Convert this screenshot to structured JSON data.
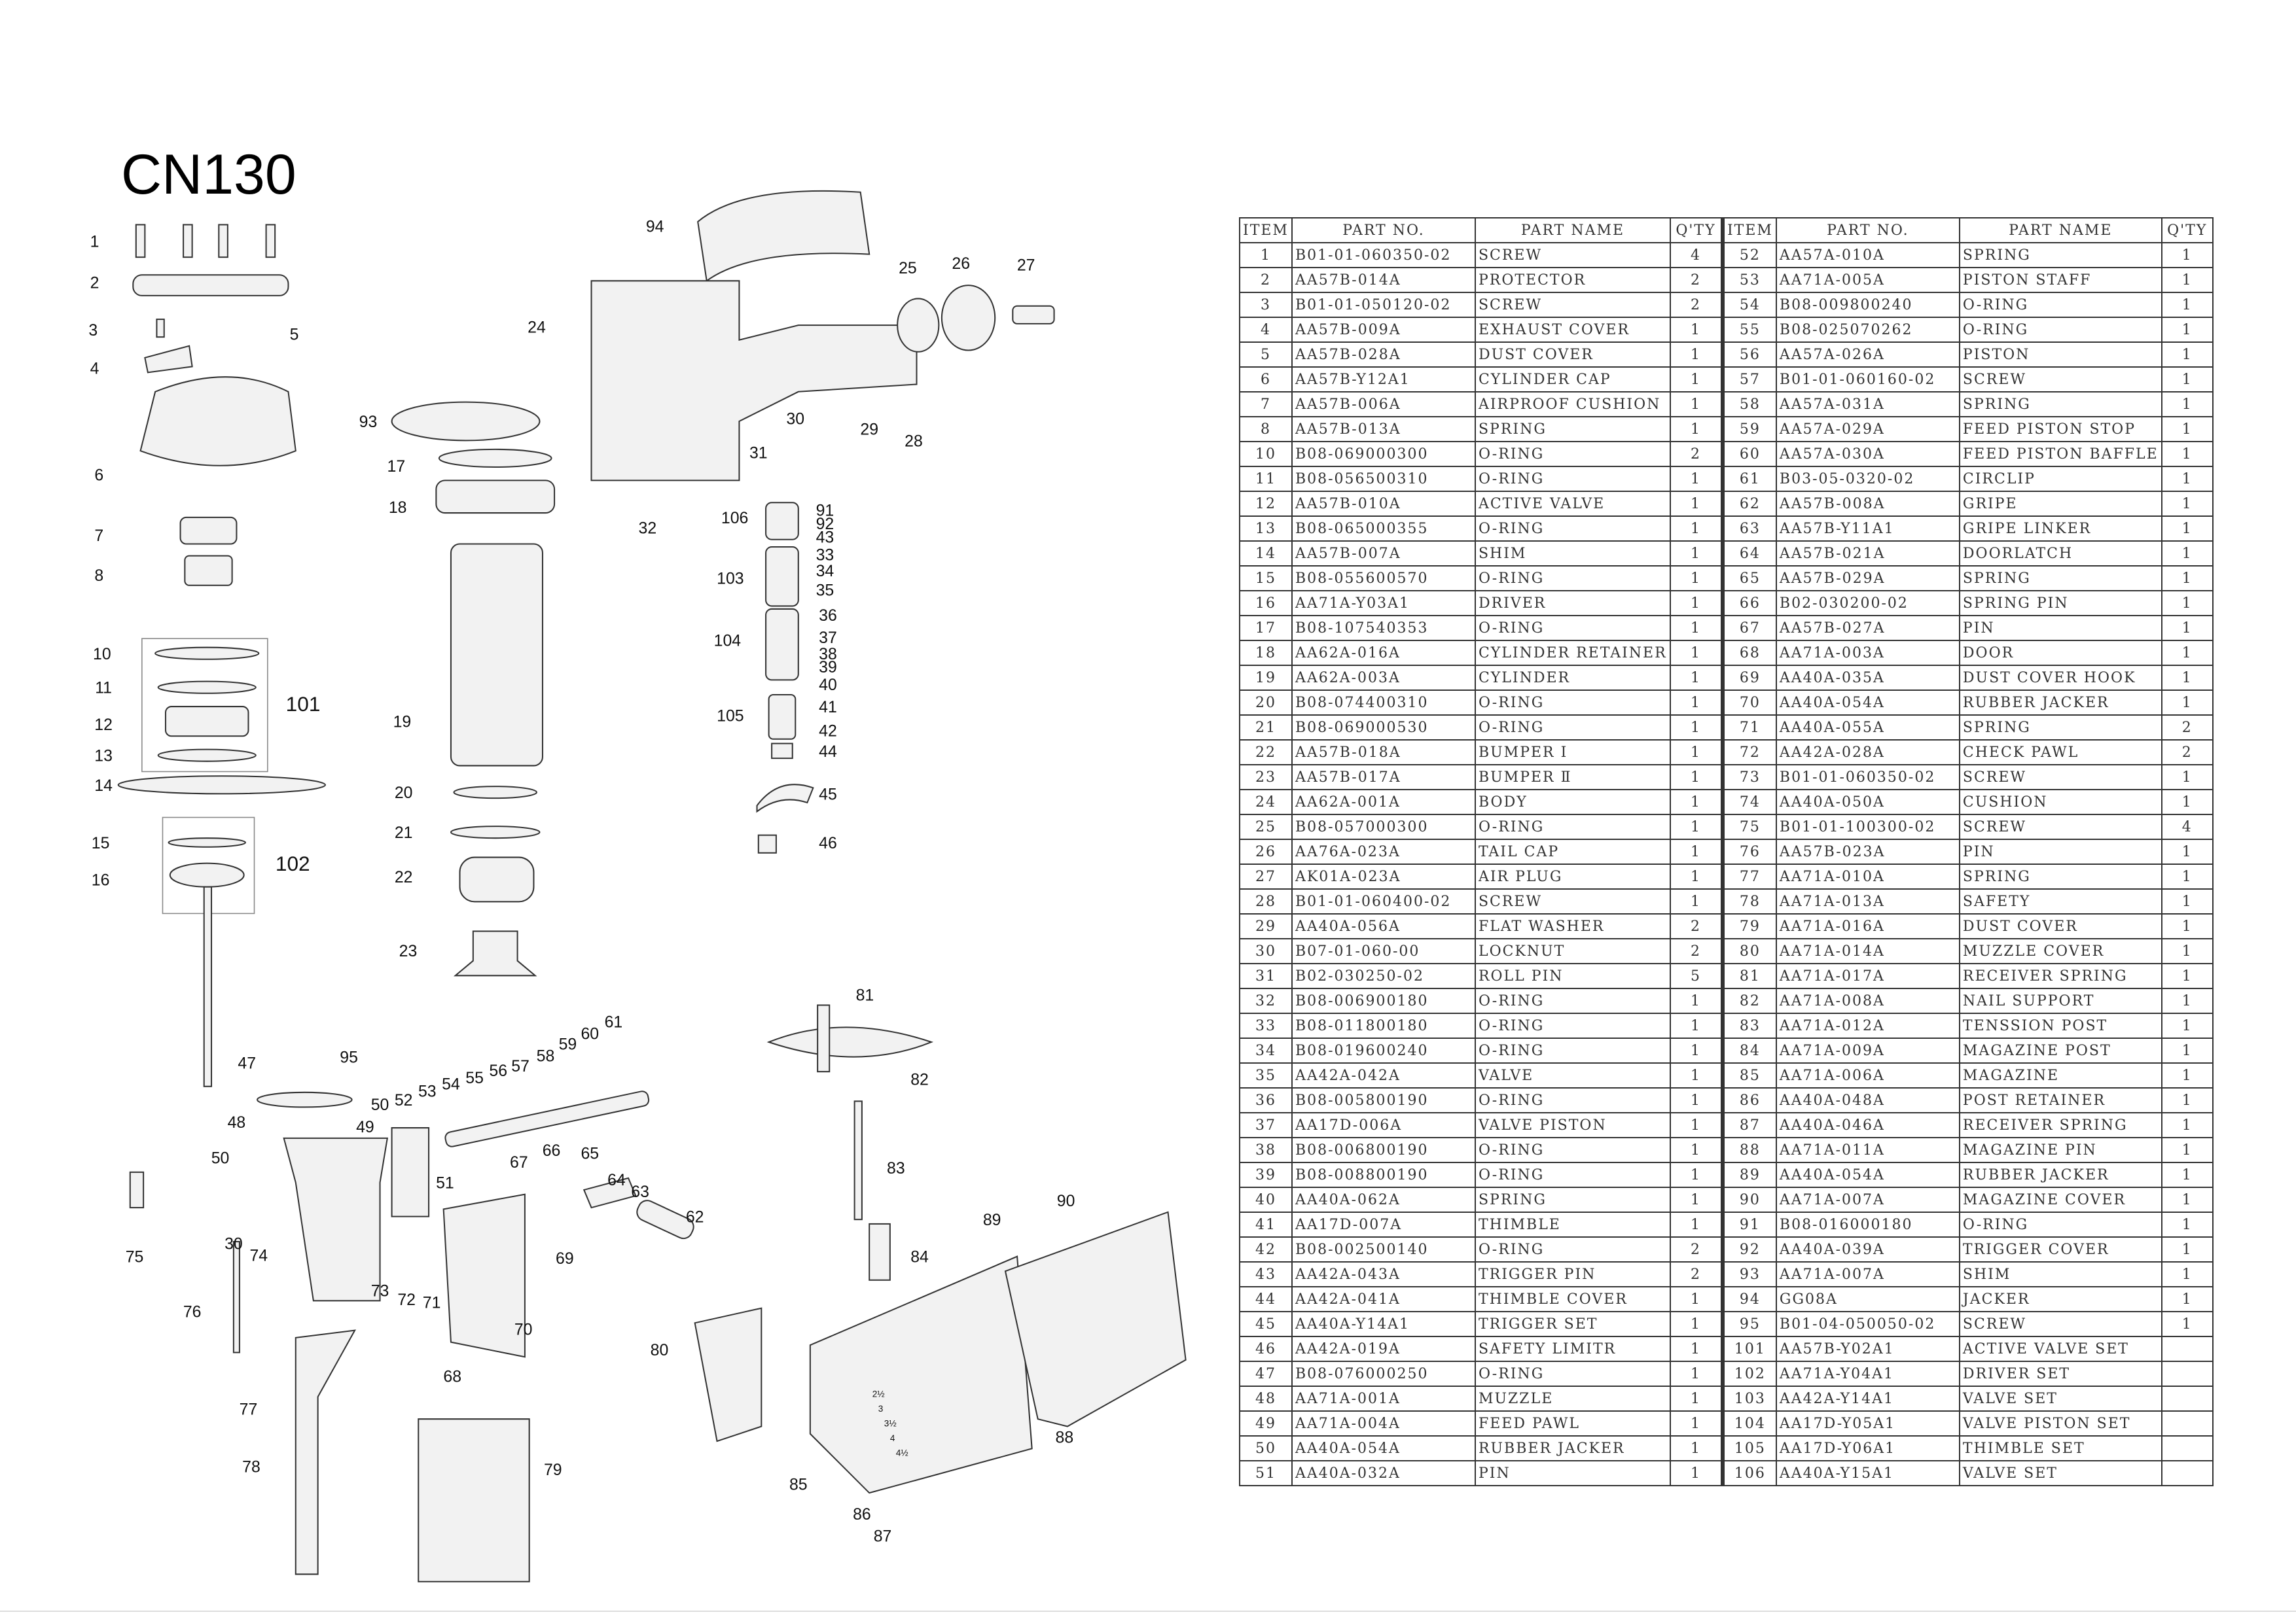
{
  "title": "CN130",
  "table": {
    "headers": {
      "item": "ITEM",
      "part_no": "PART NO.",
      "part_name": "PART NAME",
      "qty": "Q'TY"
    },
    "rows": [
      [
        "1",
        "B01-01-060350-02",
        "SCREW",
        "4"
      ],
      [
        "2",
        "AA57B-014A",
        "PROTECTOR",
        "2"
      ],
      [
        "3",
        "B01-01-050120-02",
        "SCREW",
        "2"
      ],
      [
        "4",
        "AA57B-009A",
        "EXHAUST COVER",
        "1"
      ],
      [
        "5",
        "AA57B-028A",
        "DUST COVER",
        "1"
      ],
      [
        "6",
        "AA57B-Y12A1",
        "CYLINDER CAP",
        "1"
      ],
      [
        "7",
        "AA57B-006A",
        "AIRPROOF CUSHION",
        "1"
      ],
      [
        "8",
        "AA57B-013A",
        "SPRING",
        "1"
      ],
      [
        "10",
        "B08-069000300",
        "O-RING",
        "2"
      ],
      [
        "11",
        "B08-056500310",
        "O-RING",
        "1"
      ],
      [
        "12",
        "AA57B-010A",
        "ACTIVE VALVE",
        "1"
      ],
      [
        "13",
        "B08-065000355",
        "O-RING",
        "1"
      ],
      [
        "14",
        "AA57B-007A",
        "SHIM",
        "1"
      ],
      [
        "15",
        "B08-055600570",
        "O-RING",
        "1"
      ],
      [
        "16",
        "AA71A-Y03A1",
        "DRIVER",
        "1"
      ],
      [
        "17",
        "B08-107540353",
        "O-RING",
        "1"
      ],
      [
        "18",
        "AA62A-016A",
        "CYLINDER RETAINER",
        "1"
      ],
      [
        "19",
        "AA62A-003A",
        "CYLINDER",
        "1"
      ],
      [
        "20",
        "B08-074400310",
        "O-RING",
        "1"
      ],
      [
        "21",
        "B08-069000530",
        "O-RING",
        "1"
      ],
      [
        "22",
        "AA57B-018A",
        "BUMPER Ⅰ",
        "1"
      ],
      [
        "23",
        "AA57B-017A",
        "BUMPER Ⅱ",
        "1"
      ],
      [
        "24",
        "AA62A-001A",
        "BODY",
        "1"
      ],
      [
        "25",
        "B08-057000300",
        "O-RING",
        "1"
      ],
      [
        "26",
        "AA76A-023A",
        "TAIL CAP",
        "1"
      ],
      [
        "27",
        "AK01A-023A",
        "AIR PLUG",
        "1"
      ],
      [
        "28",
        "B01-01-060400-02",
        "SCREW",
        "1"
      ],
      [
        "29",
        "AA40A-056A",
        "FLAT WASHER",
        "2"
      ],
      [
        "30",
        "B07-01-060-00",
        "LOCKNUT",
        "2"
      ],
      [
        "31",
        "B02-030250-02",
        "ROLL PIN",
        "5"
      ],
      [
        "32",
        "B08-006900180",
        "O-RING",
        "1"
      ],
      [
        "33",
        "B08-011800180",
        "O-RING",
        "1"
      ],
      [
        "34",
        "B08-019600240",
        "O-RING",
        "1"
      ],
      [
        "35",
        "AA42A-042A",
        "VALVE",
        "1"
      ],
      [
        "36",
        "B08-005800190",
        "O-RING",
        "1"
      ],
      [
        "37",
        "AA17D-006A",
        "VALVE  PISTON",
        "1"
      ],
      [
        "38",
        "B08-006800190",
        "O-RING",
        "1"
      ],
      [
        "39",
        "B08-008800190",
        "O-RING",
        "1"
      ],
      [
        "40",
        "AA40A-062A",
        "SPRING",
        "1"
      ],
      [
        "41",
        "AA17D-007A",
        "THIMBLE",
        "1"
      ],
      [
        "42",
        "B08-002500140",
        "O-RING",
        "2"
      ],
      [
        "43",
        "AA42A-043A",
        "TRIGGER PIN",
        "2"
      ],
      [
        "44",
        "AA42A-041A",
        "THIMBLE COVER",
        "1"
      ],
      [
        "45",
        "AA40A-Y14A1",
        "TRIGGER SET",
        "1"
      ],
      [
        "46",
        "AA42A-019A",
        "SAFETY LIMITR",
        "1"
      ],
      [
        "47",
        "B08-076000250",
        "O-RING",
        "1"
      ],
      [
        "48",
        "AA71A-001A",
        "MUZZLE",
        "1"
      ],
      [
        "49",
        "AA71A-004A",
        "FEED PAWL",
        "1"
      ],
      [
        "50",
        "AA40A-054A",
        "RUBBER JACKER",
        "1"
      ],
      [
        "51",
        "AA40A-032A",
        "PIN",
        "1"
      ],
      [
        "52",
        "AA57A-010A",
        "SPRING",
        "1"
      ],
      [
        "53",
        "AA71A-005A",
        "PISTON STAFF",
        "1"
      ],
      [
        "54",
        "B08-009800240",
        "O-RING",
        "1"
      ],
      [
        "55",
        "B08-025070262",
        "O-RING",
        "1"
      ],
      [
        "56",
        "AA57A-026A",
        "PISTON",
        "1"
      ],
      [
        "57",
        "B01-01-060160-02",
        "SCREW",
        "1"
      ],
      [
        "58",
        "AA57A-031A",
        "SPRING",
        "1"
      ],
      [
        "59",
        "AA57A-029A",
        "FEED PISTON STOP",
        "1"
      ],
      [
        "60",
        "AA57A-030A",
        "FEED PISTON BAFFLE",
        "1"
      ],
      [
        "61",
        "B03-05-0320-02",
        "CIRCLIP",
        "1"
      ],
      [
        "62",
        "AA57B-008A",
        "GRIPE",
        "1"
      ],
      [
        "63",
        "AA57B-Y11A1",
        "GRIPE LINKER",
        "1"
      ],
      [
        "64",
        "AA57B-021A",
        "DOORLATCH",
        "1"
      ],
      [
        "65",
        "AA57B-029A",
        "SPRING",
        "1"
      ],
      [
        "66",
        "B02-030200-02",
        "SPRING PIN",
        "1"
      ],
      [
        "67",
        "AA57B-027A",
        "PIN",
        "1"
      ],
      [
        "68",
        "AA71A-003A",
        "DOOR",
        "1"
      ],
      [
        "69",
        "AA40A-035A",
        "DUST COVER HOOK",
        "1"
      ],
      [
        "70",
        "AA40A-054A",
        "RUBBER JACKER",
        "1"
      ],
      [
        "71",
        "AA40A-055A",
        "SPRING",
        "2"
      ],
      [
        "72",
        "AA42A-028A",
        "CHECK PAWL",
        "2"
      ],
      [
        "73",
        "B01-01-060350-02",
        "SCREW",
        "1"
      ],
      [
        "74",
        "AA40A-050A",
        "CUSHION",
        "1"
      ],
      [
        "75",
        "B01-01-100300-02",
        "SCREW",
        "4"
      ],
      [
        "76",
        "AA57B-023A",
        "PIN",
        "1"
      ],
      [
        "77",
        "AA71A-010A",
        "SPRING",
        "1"
      ],
      [
        "78",
        "AA71A-013A",
        "SAFETY",
        "1"
      ],
      [
        "79",
        "AA71A-016A",
        "DUST COVER",
        "1"
      ],
      [
        "80",
        "AA71A-014A",
        "MUZZLE COVER",
        "1"
      ],
      [
        "81",
        "AA71A-017A",
        "RECEIVER SPRING",
        "1"
      ],
      [
        "82",
        "AA71A-008A",
        "NAIL SUPPORT",
        "1"
      ],
      [
        "83",
        "AA71A-012A",
        "TENSSION POST",
        "1"
      ],
      [
        "84",
        "AA71A-009A",
        "MAGAZINE POST",
        "1"
      ],
      [
        "85",
        "AA71A-006A",
        "MAGAZINE",
        "1"
      ],
      [
        "86",
        "AA40A-048A",
        "POST RETAINER",
        "1"
      ],
      [
        "87",
        "AA40A-046A",
        "RECEIVER SPRING",
        "1"
      ],
      [
        "88",
        "AA71A-011A",
        "MAGAZINE PIN",
        "1"
      ],
      [
        "89",
        "AA40A-054A",
        "RUBBER JACKER",
        "1"
      ],
      [
        "90",
        "AA71A-007A",
        "MAGAZINE COVER",
        "1"
      ],
      [
        "91",
        "B08-016000180",
        "O-RING",
        "1"
      ],
      [
        "92",
        "AA40A-039A",
        "TRIGGER COVER",
        "1"
      ],
      [
        "93",
        "AA71A-007A",
        "SHIM",
        "1"
      ],
      [
        "94",
        "GG08A",
        "JACKER",
        "1"
      ],
      [
        "95",
        "B01-04-050050-02",
        "SCREW",
        "1"
      ],
      [
        "101",
        "AA57B-Y02A1",
        "ACTIVE VALVE SET",
        ""
      ],
      [
        "102",
        "AA71A-Y04A1",
        "DRIVER SET",
        ""
      ],
      [
        "103",
        "AA42A-Y14A1",
        "VALVE SET",
        ""
      ],
      [
        "104",
        "AA17D-Y05A1",
        "VALVE PISTON SET",
        ""
      ],
      [
        "105",
        "AA17D-Y06A1",
        "THIMBLE SET",
        ""
      ],
      [
        "106",
        "AA40A-Y15A1",
        "VALVE SET",
        ""
      ]
    ]
  },
  "diagram": {
    "callouts": [
      "1",
      "2",
      "3",
      "4",
      "5",
      "6",
      "7",
      "8",
      "10",
      "11",
      "12",
      "13",
      "101",
      "14",
      "15",
      "16",
      "102",
      "94",
      "25",
      "26",
      "27",
      "24",
      "93",
      "17",
      "18",
      "30",
      "29",
      "28",
      "31",
      "32",
      "106",
      "91",
      "92",
      "43",
      "33",
      "34",
      "103",
      "35",
      "36",
      "104",
      "37",
      "38",
      "39",
      "40",
      "105",
      "41",
      "42",
      "44",
      "45",
      "46",
      "19",
      "20",
      "21",
      "22",
      "23",
      "81",
      "82",
      "83",
      "84",
      "89",
      "90",
      "88",
      "85",
      "86",
      "87",
      "80",
      "79",
      "78",
      "77",
      "76",
      "75",
      "30",
      "74",
      "50",
      "48",
      "47",
      "95",
      "49",
      "50",
      "52",
      "53",
      "54",
      "55",
      "56",
      "57",
      "58",
      "59",
      "60",
      "61",
      "51",
      "67",
      "66",
      "65",
      "64",
      "63",
      "62",
      "73",
      "72",
      "71",
      "69",
      "70",
      "68"
    ],
    "magazine_marks": [
      "2½",
      "3",
      "3½",
      "4",
      "4½"
    ]
  }
}
